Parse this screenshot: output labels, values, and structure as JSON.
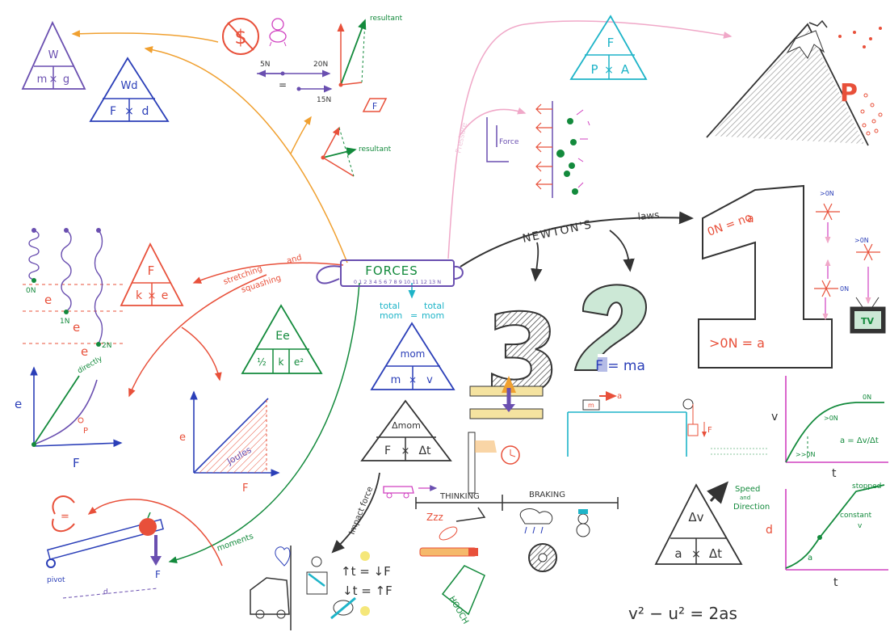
{
  "colors": {
    "purple": "#6a4fb0",
    "blue": "#2b3fb8",
    "orange": "#f0a030",
    "red": "#e8503a",
    "green": "#138a3c",
    "teal": "#1eb4c8",
    "pink": "#f0a8c8",
    "magenta": "#d040c0",
    "dark": "#333333",
    "gray": "#777777"
  },
  "center": {
    "title": "FORCES",
    "ruler": "0 1 2 3 4 5 6 7 8 9 10 11 12 13 N"
  },
  "branches": {
    "newton": "NEWTON'S",
    "laws": "laws",
    "stretching": "stretching",
    "and": "and",
    "squashing": "squashing",
    "impact_force": "Impact force",
    "moments": "moments",
    "total_mom_left": "total\nmom",
    "total_mom_right": "total\nmom",
    "equals": "=",
    "pressure": "Pressure"
  },
  "top_left": {
    "weight_triangle": {
      "top": "W",
      "left": "m",
      "op": "×",
      "right": "g"
    },
    "work_triangle": {
      "top": "Wd",
      "left": "F",
      "op": "×",
      "right": "d"
    }
  },
  "vectors": {
    "force_5n": "5N",
    "force_20n": "20N",
    "force_15n": "15N",
    "eq": "=",
    "resultant_top": "resultant",
    "resultant_bottom": "resultant",
    "f_label": "F"
  },
  "pressure_triangle": {
    "top": "F",
    "left": "P",
    "op": "×",
    "right": "A"
  },
  "force_diagram": {
    "label": "Force"
  },
  "spring_section": {
    "labels": [
      "0N",
      "1N",
      "2N"
    ],
    "e_labels": [
      "e",
      "e",
      "e"
    ],
    "hooke_triangle": {
      "top": "F",
      "left": "k",
      "op": "×",
      "right": "e"
    },
    "elastic_triangle": {
      "top": "Ee",
      "a": "½",
      "b": "k",
      "c": "e²"
    },
    "graph1": {
      "xlabel": "F",
      "ylabel": "e",
      "note": "directly",
      "p": "P"
    },
    "graph2": {
      "xlabel": "F",
      "ylabel": "e",
      "note": "Joules"
    }
  },
  "momentum": {
    "triangle": {
      "top": "mom",
      "left": "m",
      "op": "×",
      "right": "v"
    },
    "impulse_triangle": {
      "top": "Δmom",
      "left": "F",
      "op": "×",
      "right": "Δt"
    }
  },
  "newton": {
    "first": {
      "top": "0N = no a",
      "bottom": ">0N = a"
    },
    "second": {
      "formula": "F = ma",
      "a_label": "a",
      "m_label": "m",
      "f_label": "F"
    },
    "third": "3",
    "side_labels": [
      ">0N",
      ">0N",
      "0N"
    ],
    "tv": "TV"
  },
  "stopping": {
    "thinking": "THINKING",
    "braking": "BRAKING",
    "zzz": "Zzz",
    "hooch": "HOOCH"
  },
  "impact": {
    "line1": "↑t = ↓F",
    "line2": "↓t = ↑F"
  },
  "accel_triangle": {
    "top": "Δv",
    "left": "a",
    "op": "×",
    "right": "Δt",
    "note1": "Speed",
    "note2": "and",
    "note3": "Direction"
  },
  "vt_graph": {
    "ylabel": "v",
    "xlabel": "t",
    "labels": [
      "0N",
      ">0N",
      ">>0N"
    ],
    "eq": "a = Δv/Δt"
  },
  "dt_graph": {
    "ylabel": "d",
    "xlabel": "t",
    "stopped": "stopped",
    "constant": "constant",
    "v": "v",
    "a": "a"
  },
  "suvat": "v² − u² = 2as",
  "moments_section": {
    "pivot": "pivot",
    "d": "d",
    "f": "F",
    "eq": "="
  },
  "dollar": "$"
}
